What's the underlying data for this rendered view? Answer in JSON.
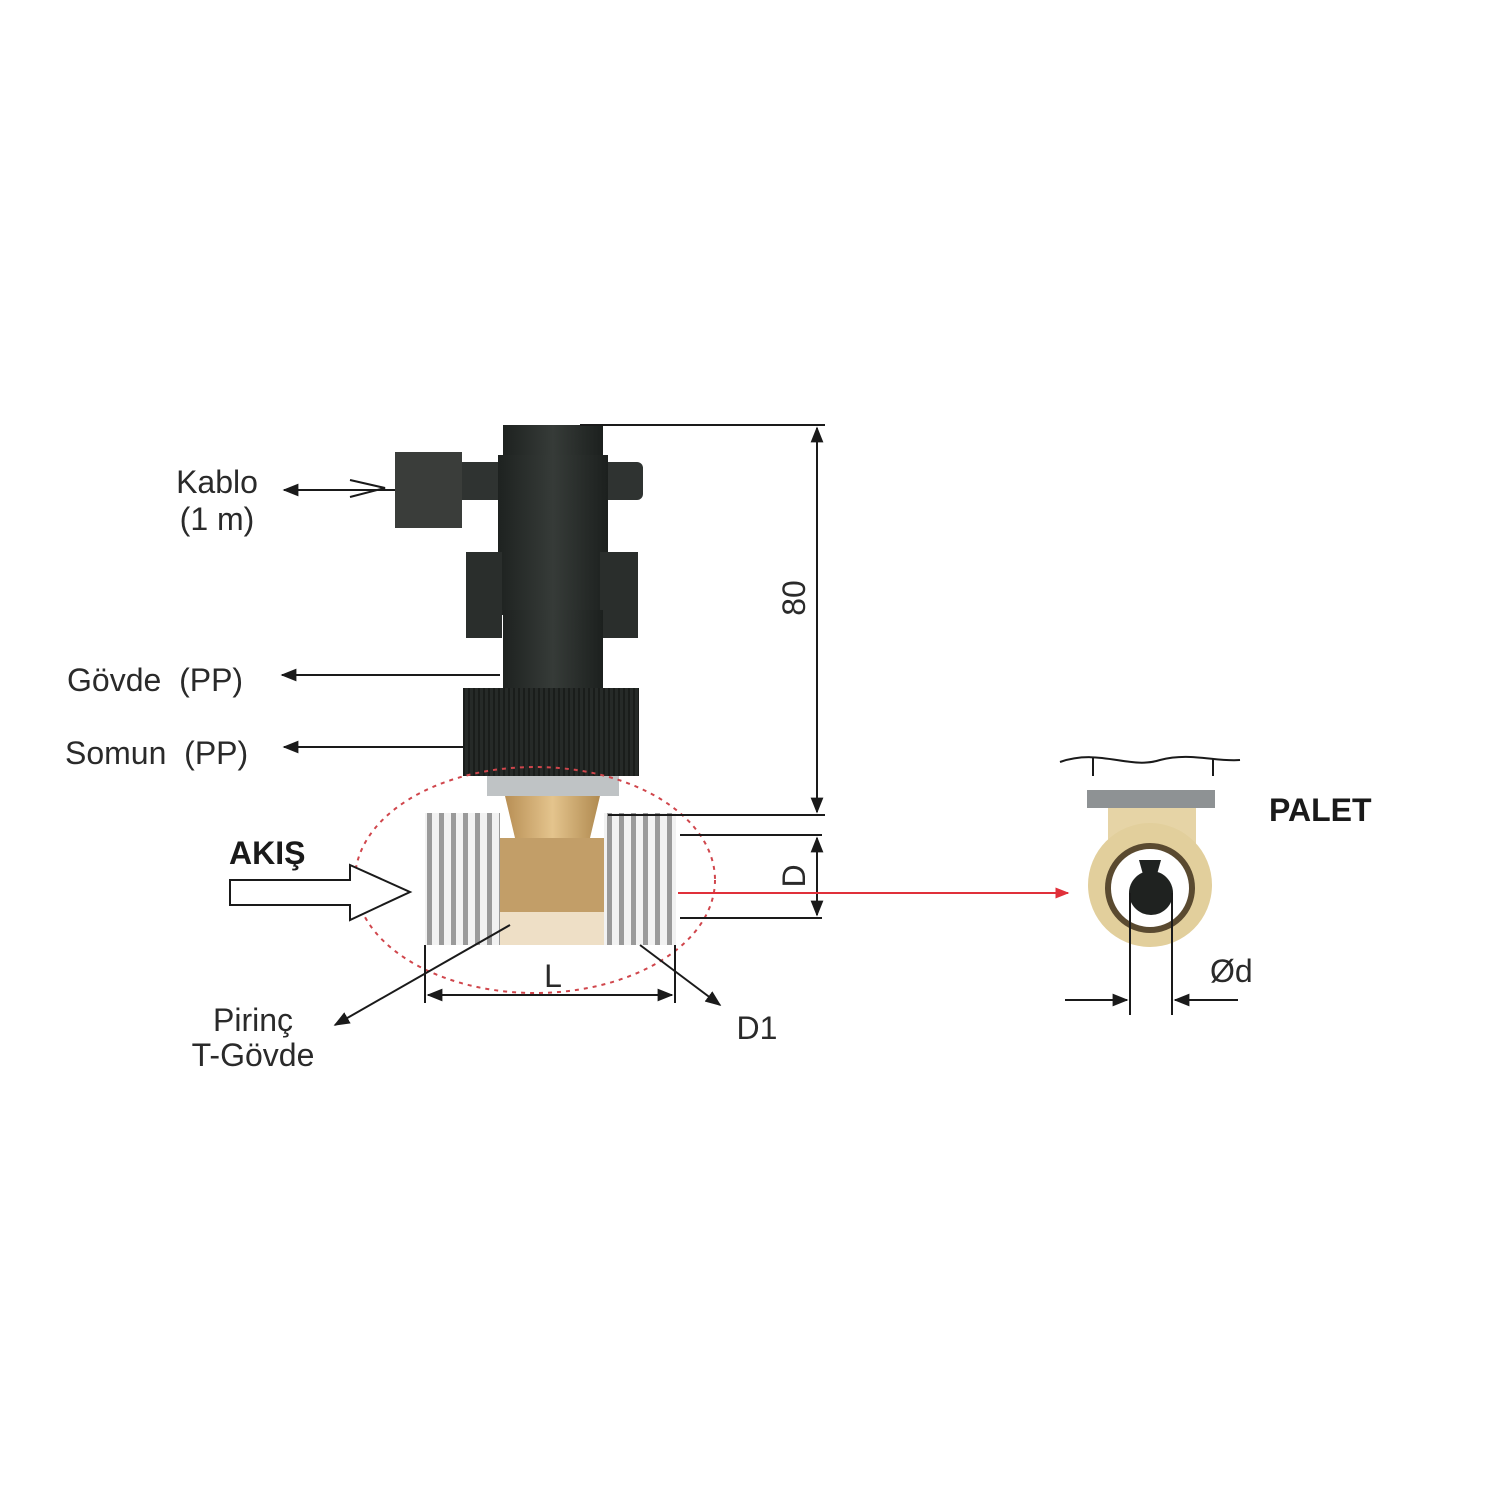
{
  "labels": {
    "kablo": "Kablo",
    "kablo_len": "(1 m)",
    "govde": "Gövde  (PP)",
    "somun": "Somun  (PP)",
    "akis": "AKIŞ",
    "pirinc": "Pirinç",
    "t_govde": "T-Gövde",
    "height_dim": "80",
    "dim_D": "D",
    "dim_L": "L",
    "dim_D1": "D1",
    "palet": "PALET",
    "dim_d": "Ød"
  },
  "colors": {
    "body": "#2b302d",
    "brass": "#c9a46a",
    "flow_line": "#e0303a",
    "thread": "#cfcfcf"
  }
}
